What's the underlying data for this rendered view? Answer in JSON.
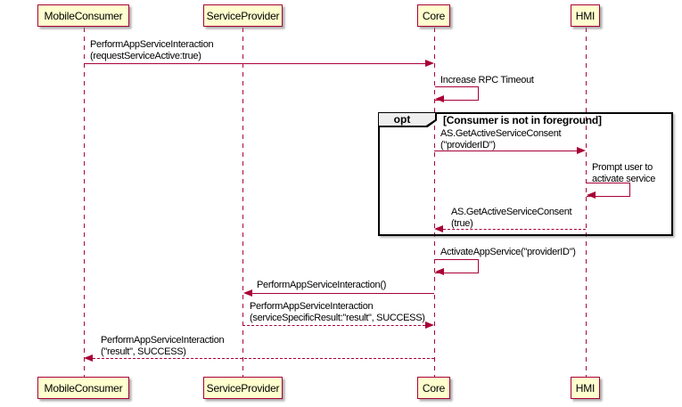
{
  "colors": {
    "accent": "#A80036",
    "participant_fill": "#FEFECE",
    "frame_border": "#000000",
    "opt_header_fill": "#EEEEEE",
    "background": "#FFFFFF"
  },
  "participants": [
    {
      "label": "MobileConsumer"
    },
    {
      "label": "ServiceProvider"
    },
    {
      "label": "Core"
    },
    {
      "label": "HMI"
    }
  ],
  "fragment": {
    "keyword": "opt",
    "guard": "[Consumer is not in foreground]"
  },
  "messages": {
    "m1": {
      "from": "MobileConsumer",
      "to": "Core",
      "style": "solid",
      "lines": [
        "PerformAppServiceInteraction",
        "(requestServiceActive:true)"
      ]
    },
    "m2": {
      "from": "Core",
      "to": "Core",
      "style": "self",
      "lines": [
        "Increase RPC Timeout"
      ]
    },
    "m3": {
      "from": "Core",
      "to": "HMI",
      "style": "solid",
      "lines": [
        "AS.GetActiveServiceConsent",
        "(\"providerID\")"
      ]
    },
    "m4": {
      "from": "HMI",
      "to": "HMI",
      "style": "self",
      "lines": [
        "Prompt user to",
        "activate service"
      ]
    },
    "m5": {
      "from": "HMI",
      "to": "Core",
      "style": "dashed",
      "lines": [
        "AS.GetActiveServiceConsent",
        "(true)"
      ]
    },
    "m6": {
      "from": "Core",
      "to": "Core",
      "style": "self",
      "lines": [
        "ActivateAppService(\"providerID\")"
      ]
    },
    "m7": {
      "from": "Core",
      "to": "ServiceProvider",
      "style": "solid",
      "lines": [
        "PerformAppServiceInteraction()"
      ]
    },
    "m8": {
      "from": "ServiceProvider",
      "to": "Core",
      "style": "dashed",
      "lines": [
        "PerformAppServiceInteraction",
        "(serviceSpecificResult:\"result\", SUCCESS)"
      ]
    },
    "m9": {
      "from": "Core",
      "to": "MobileConsumer",
      "style": "dashed",
      "lines": [
        "PerformAppServiceInteraction",
        "(\"result\", SUCCESS)"
      ]
    }
  }
}
